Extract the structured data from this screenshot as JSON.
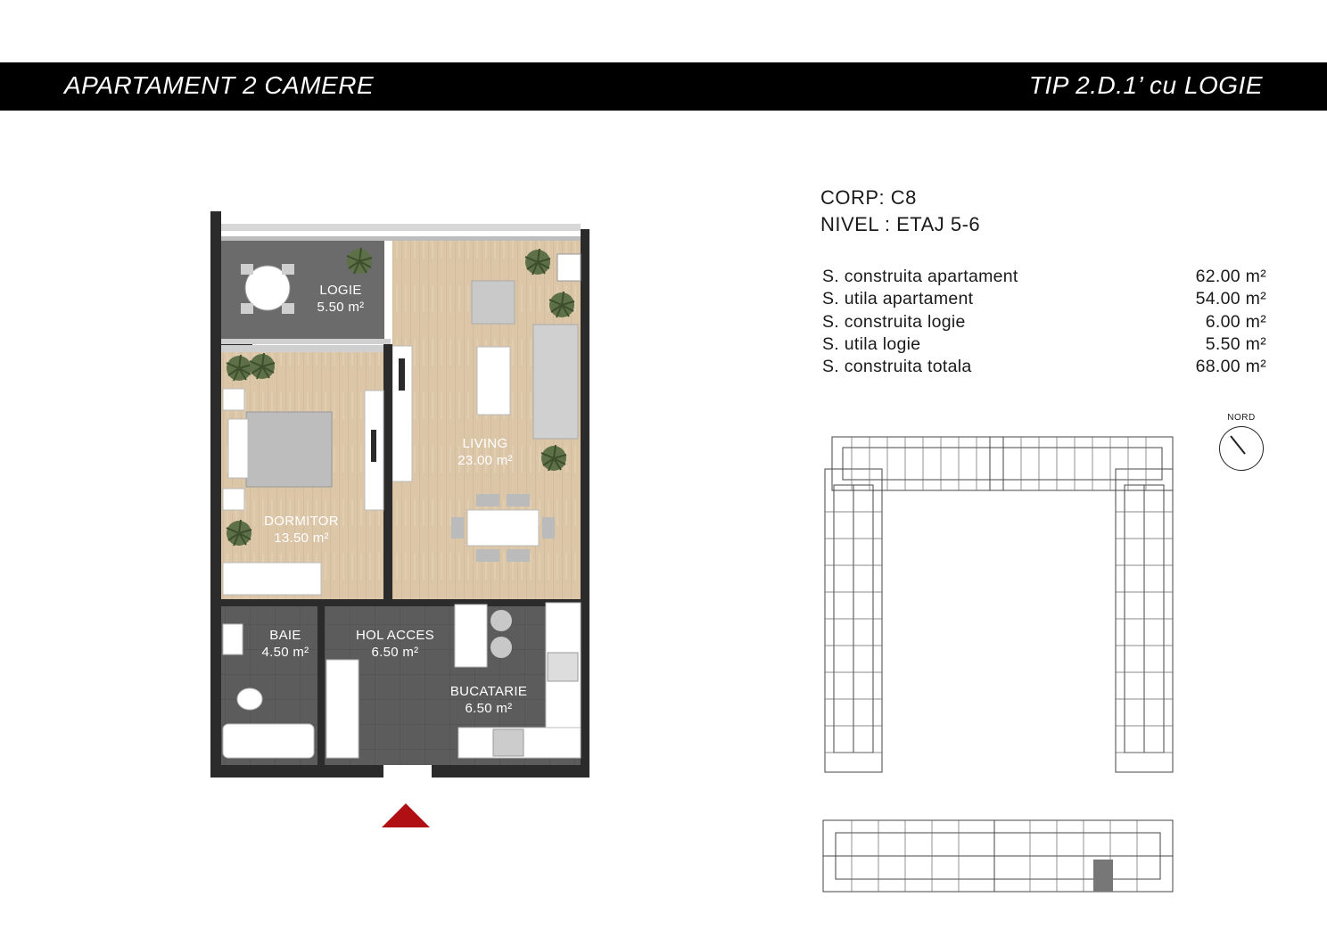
{
  "header": {
    "title_left": "APARTAMENT  2 CAMERE",
    "title_right": "TIP 2.D.1’ cu  LOGIE"
  },
  "info": {
    "corp": "CORP: C8",
    "nivel": "NIVEL : ETAJ 5-6"
  },
  "areas": [
    {
      "label": "S. construita apartament",
      "value": "62.00 m²"
    },
    {
      "label": "S. utila apartament",
      "value": "54.00 m²"
    },
    {
      "label": "S. construita logie",
      "value": "6.00 m²"
    },
    {
      "label": "S. utila logie",
      "value": "5.50 m²"
    },
    {
      "label": "S. construita totala",
      "value": "68.00 m²"
    }
  ],
  "compass": {
    "label": "NORD"
  },
  "rooms": {
    "logie": {
      "name": "LOGIE",
      "area": "5.50 m²"
    },
    "living": {
      "name": "LIVING",
      "area": "23.00 m²"
    },
    "dormitor": {
      "name": "DORMITOR",
      "area": "13.50 m²"
    },
    "baie": {
      "name": "BAIE",
      "area": "4.50 m²"
    },
    "hol": {
      "name": "HOL ACCES",
      "area": "6.50 m²"
    },
    "bucatarie": {
      "name": "BUCATARIE",
      "area": "6.50 m²"
    }
  },
  "colors": {
    "wall": "#2b2b2b",
    "wood": "#d9c2a5",
    "tile": "#5a5a5a",
    "entrance_marker": "#b00f14",
    "highlight_unit": "#777777"
  }
}
